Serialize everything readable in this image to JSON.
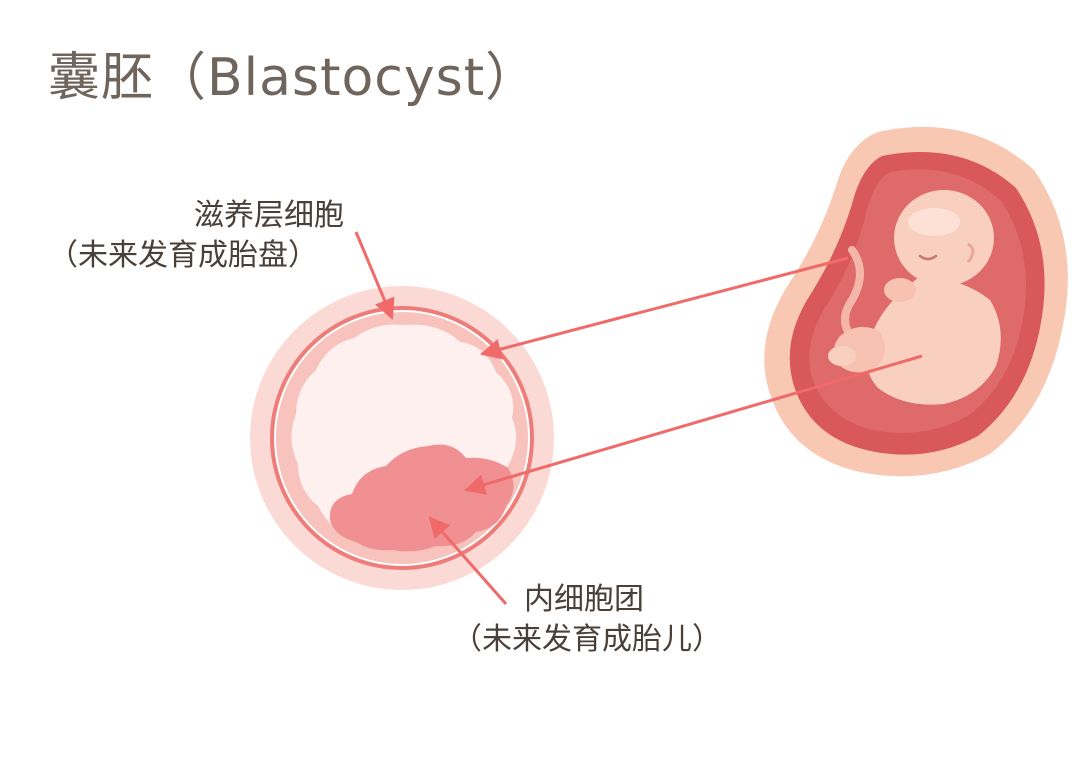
{
  "title": "囊胚（Blastocyst）",
  "labels": {
    "trophoblast": {
      "name": "滋养层细胞",
      "note": "（未来发育成胎盘）"
    },
    "inner_cell_mass": {
      "name": "内细胞团",
      "note": "（未来发育成胎儿）"
    }
  },
  "colors": {
    "title_text": "#6f655c",
    "label_text": "#4a403a",
    "arrow": "#f06a6a",
    "blastocyst_halo": "#fbdad6",
    "blastocyst_rim": "#ee7d7a",
    "blastocyst_cavity": "#fdf0ee",
    "inner_cell_mass": "#f19092",
    "womb_outer": "#f9c8b3",
    "womb_wall": "#d9585a",
    "amniotic_fluid": "#de6a6a",
    "fetus_skin": "#f9cfc0"
  },
  "icons": {
    "blastocyst": "blastocyst-illustration",
    "fetus": "fetus-in-womb-illustration"
  }
}
